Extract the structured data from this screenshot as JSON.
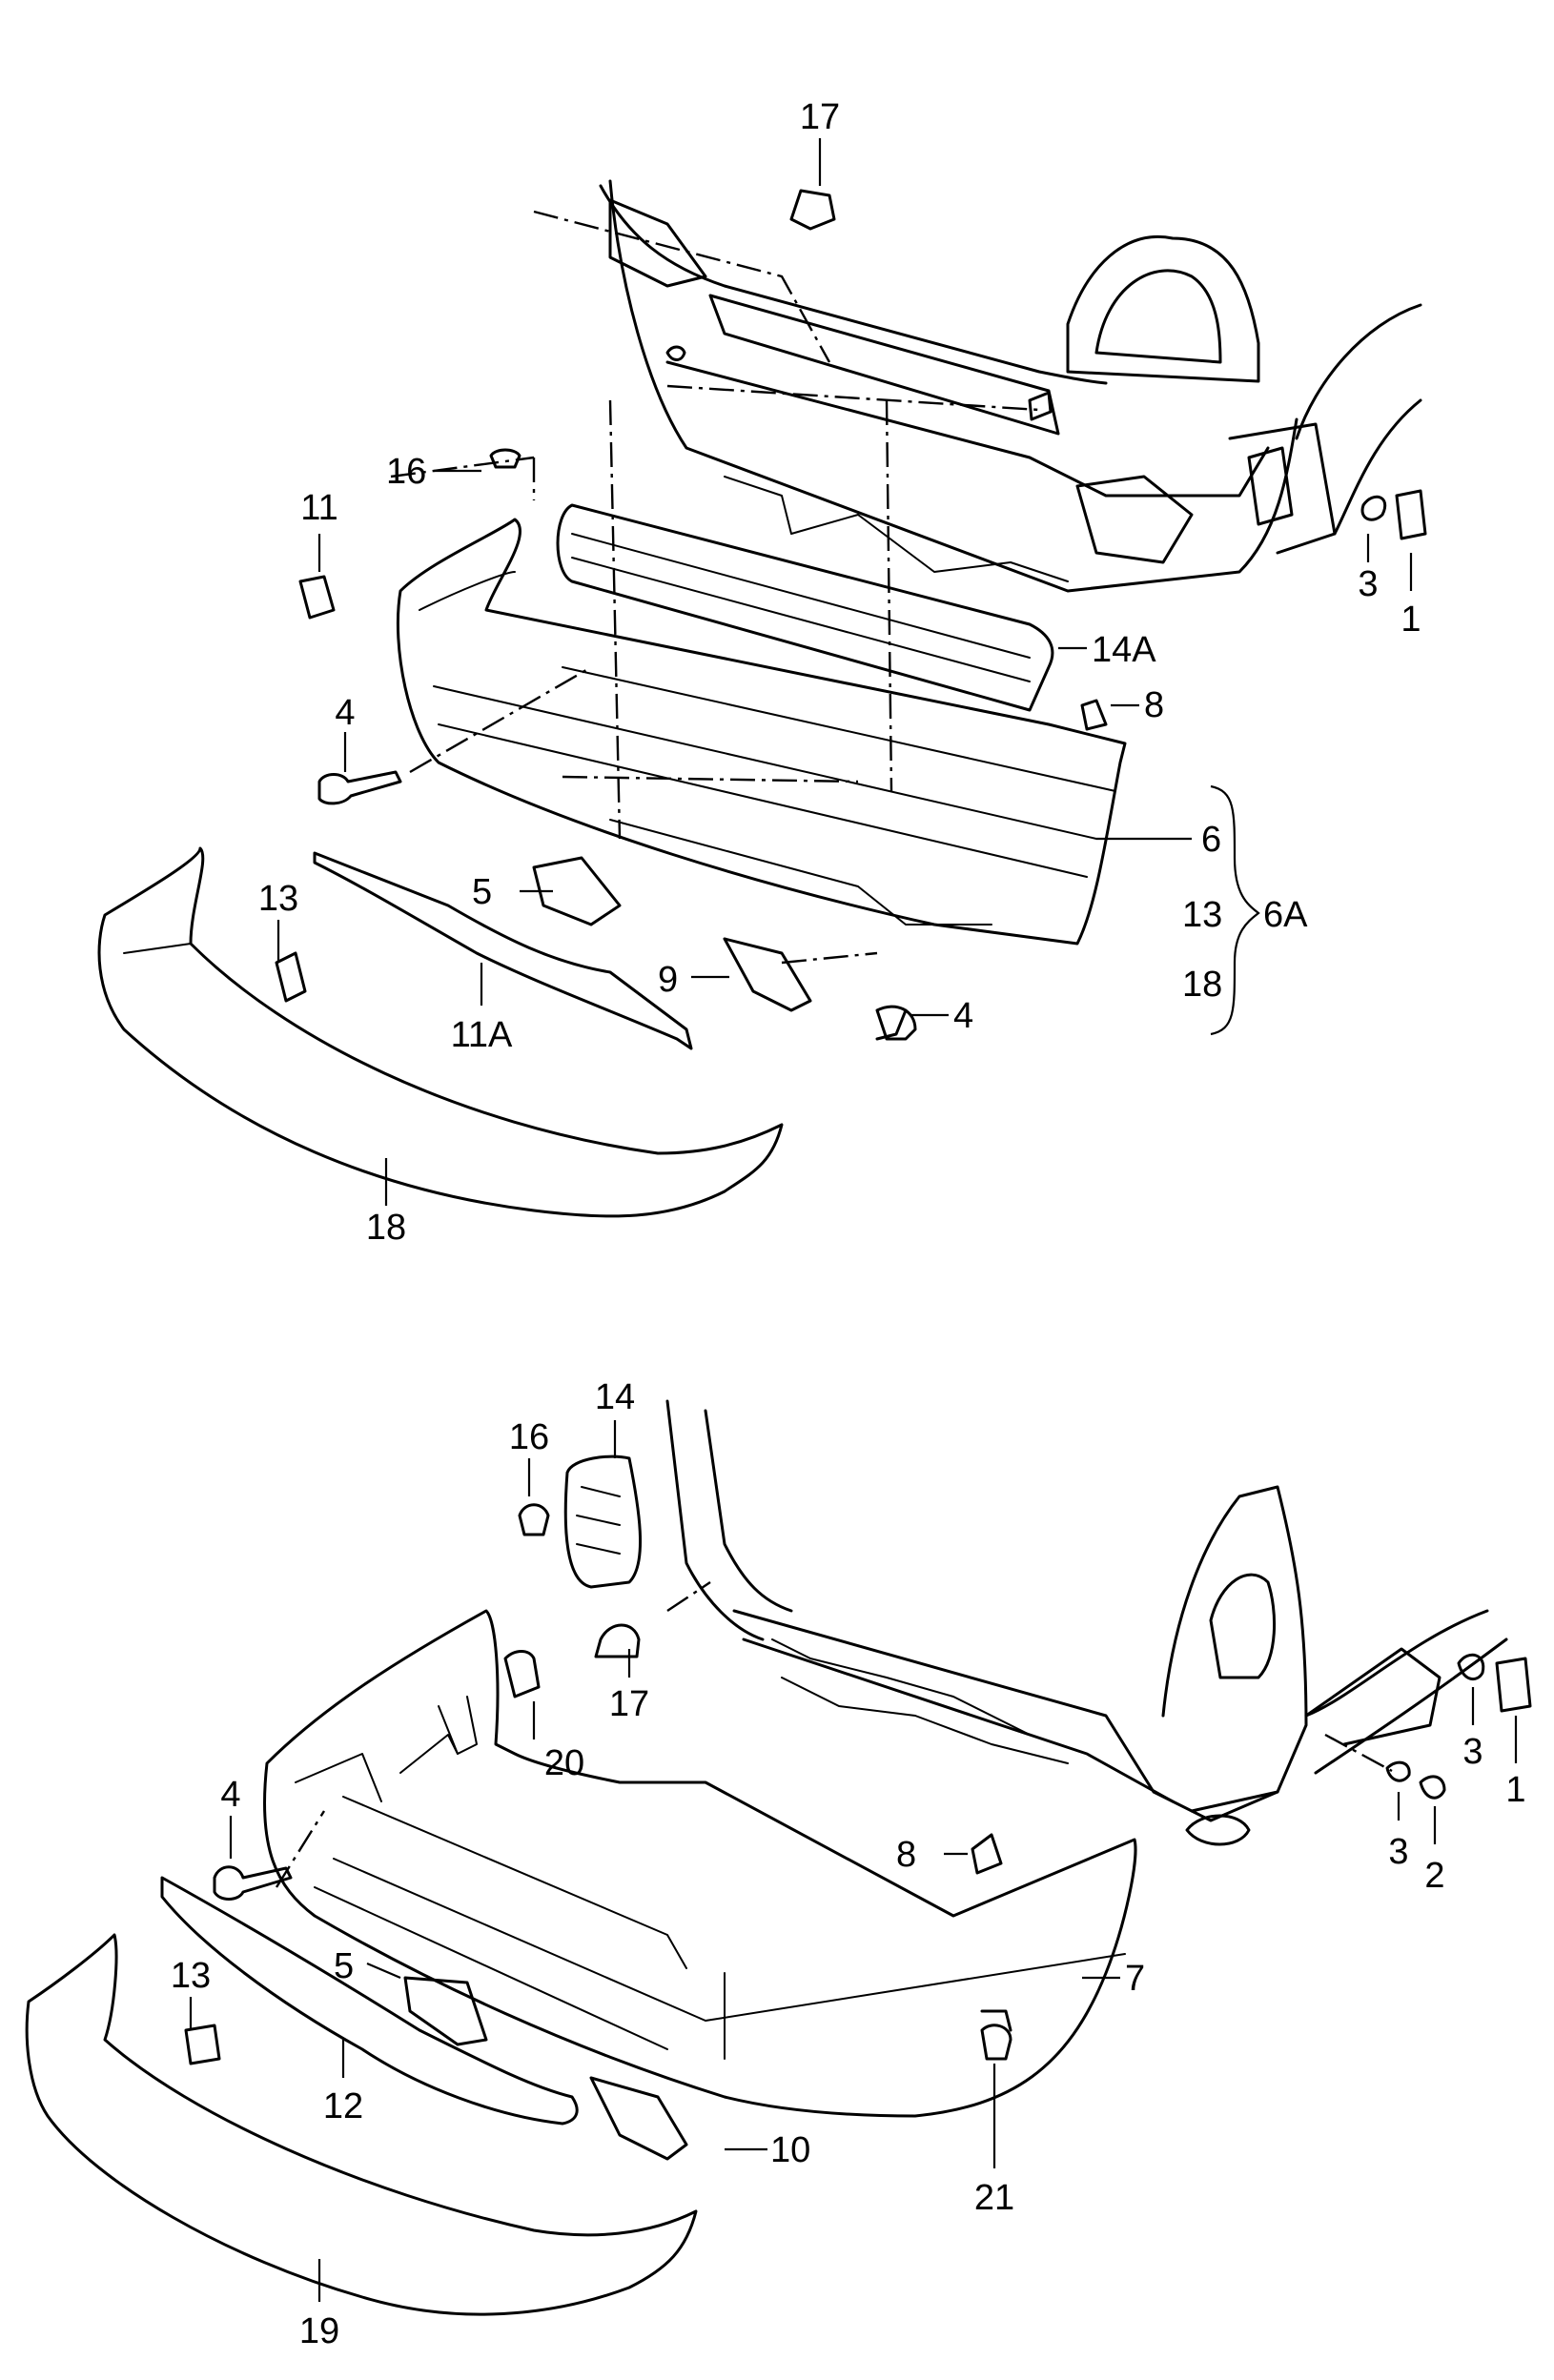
{
  "upper_view": {
    "callouts": [
      "17",
      "16",
      "11",
      "14A",
      "8",
      "4",
      "6",
      "13",
      "6A",
      "18",
      "5",
      "9",
      "11A",
      "4",
      "13",
      "18",
      "3",
      "1"
    ]
  },
  "lower_view": {
    "callouts": [
      "14",
      "16",
      "17",
      "20",
      "4",
      "8",
      "13",
      "5",
      "12",
      "7",
      "10",
      "21",
      "19",
      "3",
      "1",
      "3",
      "2"
    ]
  }
}
